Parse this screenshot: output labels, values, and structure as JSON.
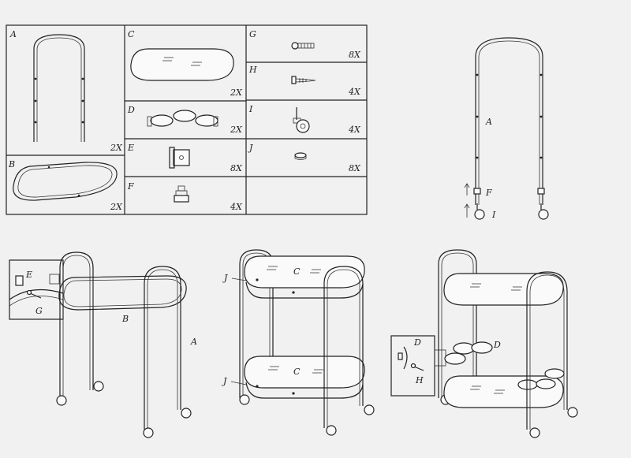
{
  "parts": [
    {
      "id": "A",
      "qty": "2X"
    },
    {
      "id": "B",
      "qty": "2X"
    },
    {
      "id": "C",
      "qty": "2X"
    },
    {
      "id": "D",
      "qty": "2X"
    },
    {
      "id": "E",
      "qty": "8X"
    },
    {
      "id": "F",
      "qty": "4X"
    },
    {
      "id": "G",
      "qty": "8X"
    },
    {
      "id": "H",
      "qty": "4X"
    },
    {
      "id": "I",
      "qty": "4X"
    },
    {
      "id": "J",
      "qty": "8X"
    }
  ],
  "step1": {
    "frame": "A",
    "upper": "F",
    "lower": "I"
  },
  "step2": {
    "e": "E",
    "g": "G",
    "b": "B",
    "a": "A"
  },
  "step3": {
    "j_top": "J",
    "c_top": "C",
    "j_bottom": "J",
    "c_bottom": "C"
  },
  "step4": {
    "d_detail": "D",
    "h": "H",
    "d_right": "D"
  }
}
